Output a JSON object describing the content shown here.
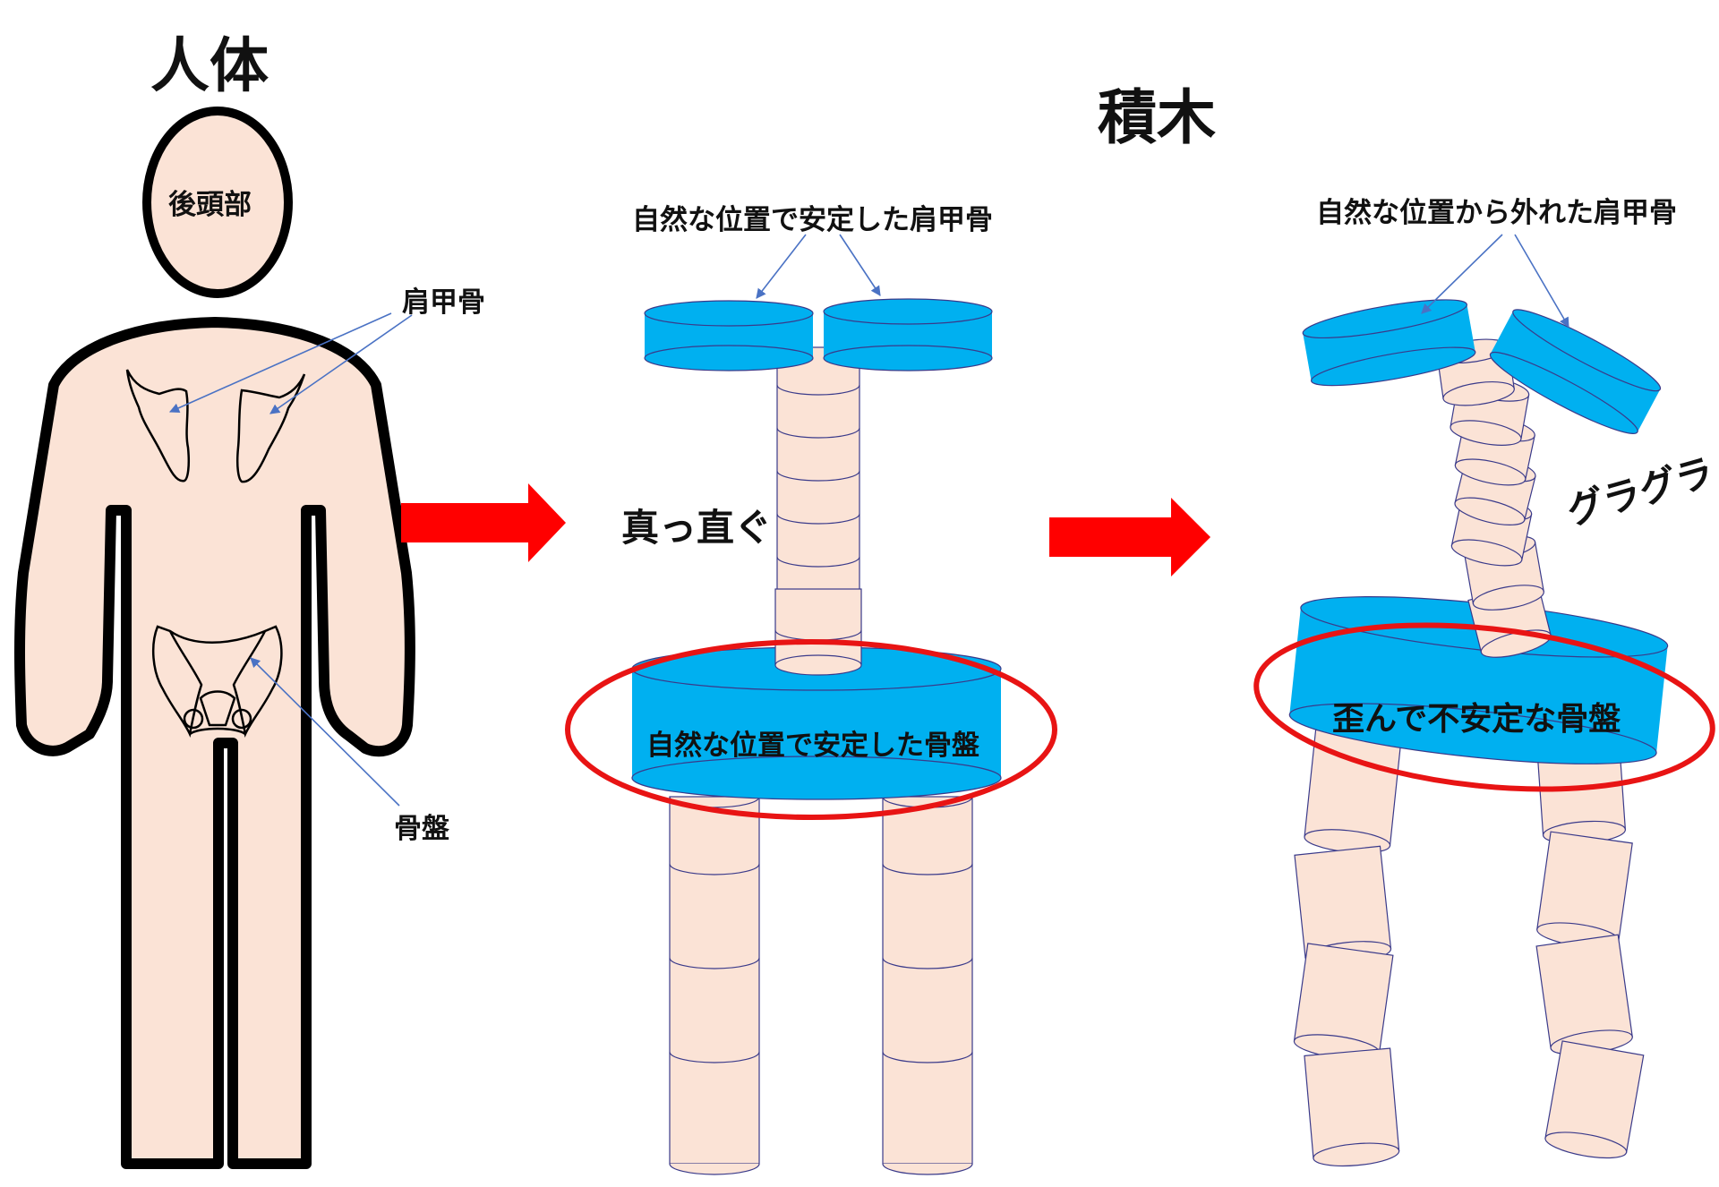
{
  "labels": {
    "human_title": "人体",
    "blocks_title": "積木",
    "occiput": "後頭部",
    "scapula": "肩甲骨",
    "pelvis": "骨盤",
    "stable_scapula": "自然な位置で安定した肩甲骨",
    "straight": "真っ直ぐ",
    "stable_pelvis": "自然な位置で安定した骨盤",
    "displaced_scapula": "自然な位置から外れた肩甲骨",
    "wobbly": "グラグラ",
    "unstable_pelvis": "歪んで不安定な骨盤"
  },
  "colors": {
    "skin": "#fbe3d6",
    "blue": "#00b0f0",
    "red_arrow": "#ff0000",
    "red_ring": "#e81414",
    "outline": "#000000",
    "pointer": "#4a72c4"
  }
}
